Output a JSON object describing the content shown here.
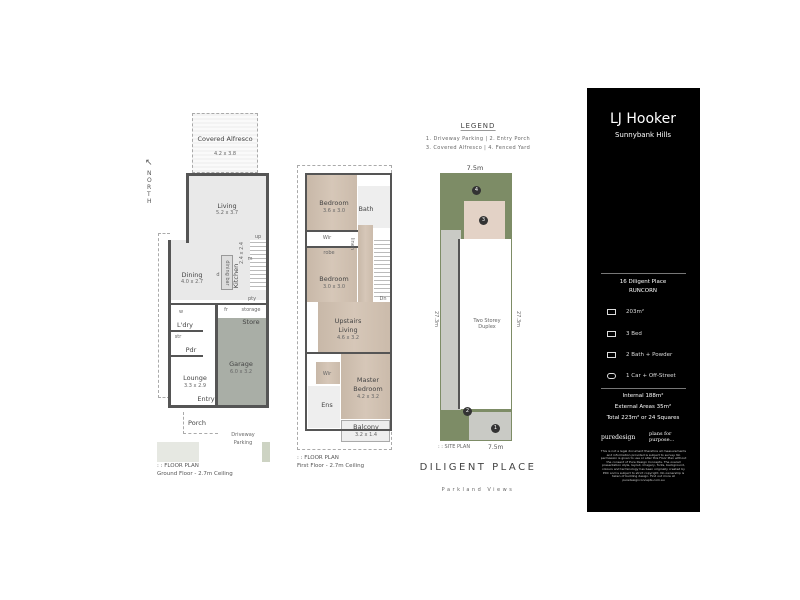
{
  "ground_floor": {
    "rooms": [
      {
        "name": "Covered Alfresco",
        "size": "4.2 x 3.8"
      },
      {
        "name": "Living",
        "size": "5.2 x 3.7"
      },
      {
        "name": "Dining",
        "size": "4.0 x 2.7"
      },
      {
        "name": "Kitchen",
        "size": "2.4 x 2.4"
      },
      {
        "name": "Garage",
        "size": "6.0 x 3.2"
      },
      {
        "name": "Lounge",
        "size": "3.3 x 2.9"
      }
    ],
    "labels": {
      "dining_bar": "dining bar",
      "m": "m",
      "d": "d",
      "up": "up",
      "pty": "pty",
      "fr": "fr",
      "storage": "storage",
      "store": "Store",
      "ldry": "L'dry",
      "w": "w",
      "str": "str",
      "pdr": "Pdr",
      "entry": "Entry",
      "porch": "Porch",
      "driveway": "Driveway",
      "parking": "Parking"
    },
    "north": "NORTH",
    "caption_1": ": : FLOOR PLAN",
    "caption_2": "Ground Floor - 2.7m Ceiling"
  },
  "first_floor": {
    "rooms": [
      {
        "name": "Bedroom",
        "size": "3.6 x 3.0"
      },
      {
        "name": "Bedroom",
        "size": "3.0 x 3.0"
      },
      {
        "name": "Upstairs",
        "name2": "Living",
        "size": "4.6 x 3.2"
      },
      {
        "name": "Master",
        "name2": "Bedroom",
        "size": "4.2 x 3.2"
      },
      {
        "name": "Balcony",
        "size": "3.2 x 1.4"
      }
    ],
    "labels": {
      "bath": "Bath",
      "wir": "Wir",
      "linen": "linen",
      "robe": "robe",
      "dn": "Dn",
      "ens": "Ens"
    },
    "caption_1": ": : FLOOR PLAN",
    "caption_2": "First Floor - 2.7m Ceiling"
  },
  "legend": {
    "title": "LEGEND",
    "line_1": "1. Driveway Parking  |  2. Entry Porch",
    "line_2": "3. Covered Alfresco  |  4. Fenced Yard"
  },
  "site_plan": {
    "width_top": "7.5m",
    "width_bottom": "7.5m",
    "depth_left": "27.3m",
    "depth_right": "27.3m",
    "building": "Two Storey Duplex",
    "markers": [
      "1",
      "2",
      "3",
      "4"
    ],
    "caption": ": : SITE PLAN",
    "colors": {
      "yard": "#7d8c66",
      "path": "#c9cac5",
      "alfresco": "#e3d2c6"
    }
  },
  "estate": {
    "title": "DILIGENT PLACE",
    "subtitle": "Parkland Views"
  },
  "panel": {
    "brand": "LJ Hooker",
    "office": "Sunnybank Hills",
    "address": "16 Diligent Place",
    "suburb": "RUNCORN",
    "features": [
      {
        "icon": "land-area-icon",
        "text": "203m²"
      },
      {
        "icon": "bed-icon",
        "text": "3 Bed"
      },
      {
        "icon": "bath-icon",
        "text": "2 Bath + Powder"
      },
      {
        "icon": "car-icon",
        "text": "1 Car + Off-Street"
      }
    ],
    "internal": "Internal 188m²",
    "external": "External Areas 35m²",
    "total": "Total 223m² or 24 Squares",
    "logo_left": "puredesign",
    "logo_right": "plans for purpose...",
    "disclaimer": "This is not a legal document therefore all measurements and information provided is subject to survey. No permission is given to use or alter this Floor Plan without the consent of Pure Design Concepts. The overall presentation style, layout, imagery, fonts, background, colours and terminology has been originally created by PDC and is subject to strict copyright. No ownership is taken of building design. Find out more at puredesignconcepts.com.au"
  }
}
